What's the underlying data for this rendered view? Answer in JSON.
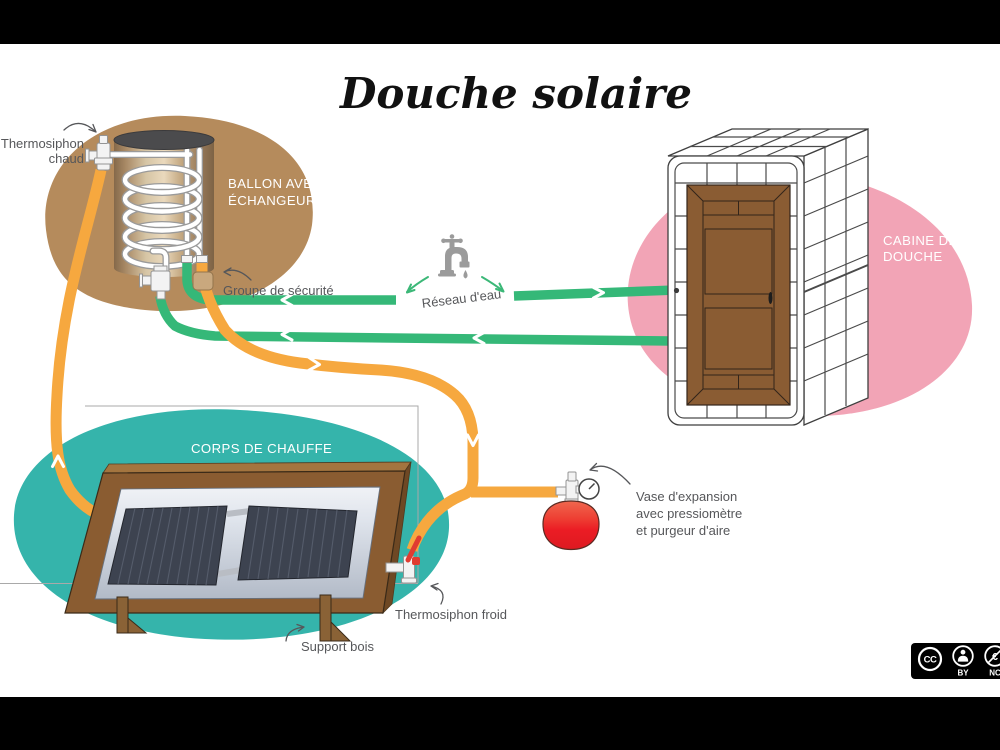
{
  "title": "Douche solaire",
  "labels": {
    "thermosiphon_chaud_1": "Thermosiphon",
    "thermosiphon_chaud_2": "chaud",
    "ballon_1": "BALLON AVEC",
    "ballon_2": "ÉCHANGEUR",
    "groupe_securite": "Groupe de sécurité",
    "reseau_eau": "Réseau d'eau",
    "cabine_1": "CABINE DE",
    "cabine_2": "DOUCHE",
    "corps_de_chauffe": "CORPS DE CHAUFFE",
    "vase_1": "Vase d'expansion",
    "vase_2": "avec pressiomètre",
    "vase_3": "et purgeur d'aire",
    "thermosiphon_froid": "Thermosiphon froid",
    "support_bois": "Support bois"
  },
  "license": {
    "cc": "CC",
    "by": "BY",
    "nc": "NC",
    "nc_symbol": "€"
  },
  "colors": {
    "pipe_hot": "#F6A83F",
    "pipe_cold": "#35B878",
    "blob_tank": "#B58B5C",
    "blob_collector": "#35B4AB",
    "blob_cabin": "#F2A4B6",
    "wood_door": "#8A5C33",
    "wood_frame": "#8A5C31",
    "panel_dark": "#3D4350",
    "vessel_red": "#EC1C24",
    "label_text": "#56575A"
  }
}
